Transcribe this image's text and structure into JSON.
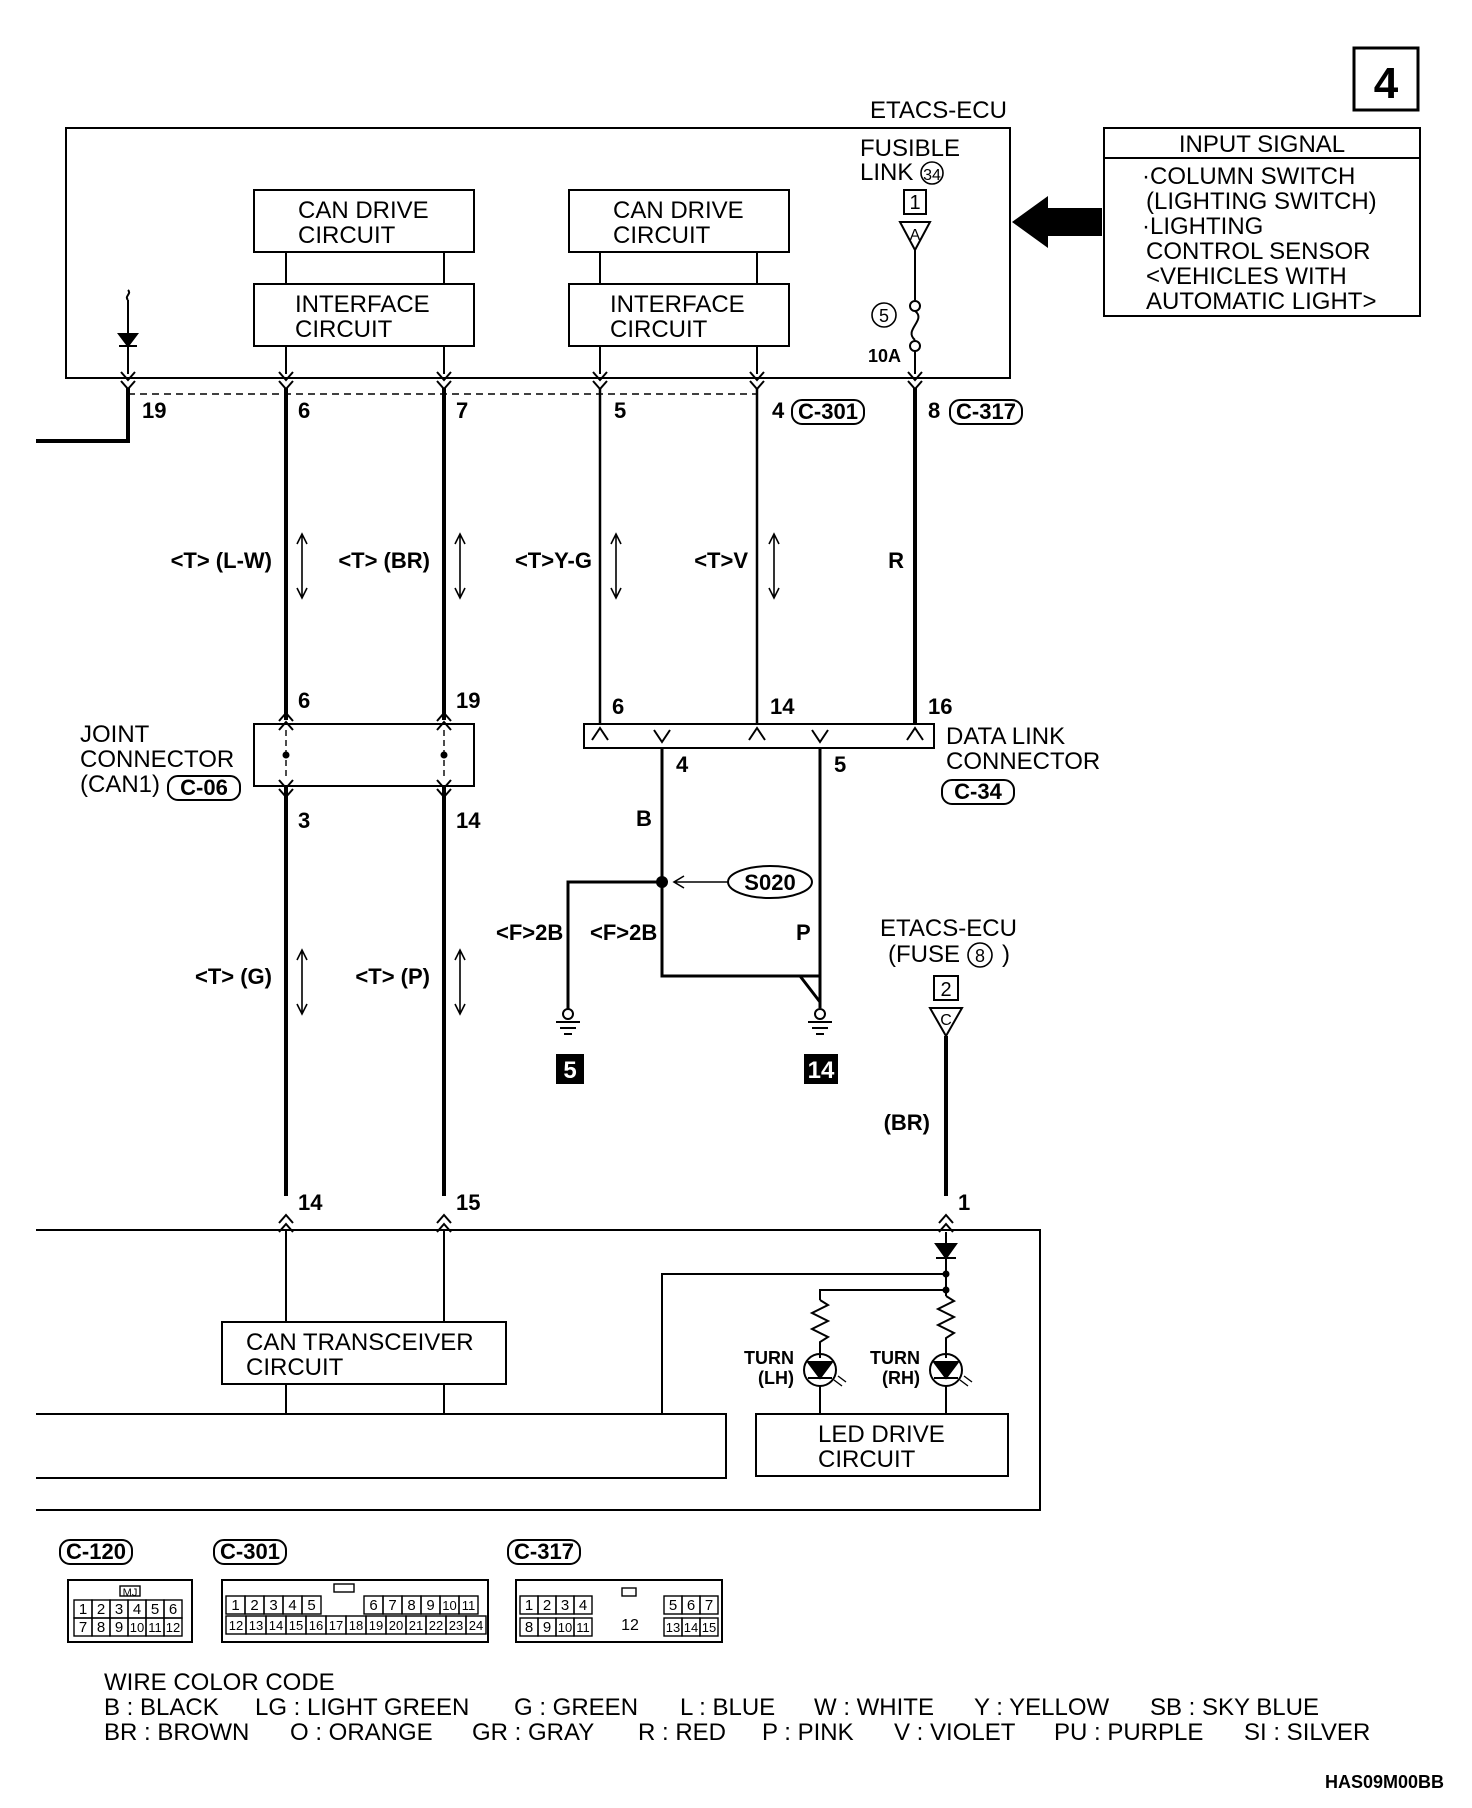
{
  "page_number": "4",
  "etacs_ecu": {
    "title": "ETACS-ECU",
    "can_drive_1": [
      "CAN DRIVE",
      "CIRCUIT"
    ],
    "interface_1": [
      "INTERFACE",
      "CIRCUIT"
    ],
    "can_drive_2": [
      "CAN DRIVE",
      "CIRCUIT"
    ],
    "interface_2": [
      "INTERFACE",
      "CIRCUIT"
    ],
    "fusible_link": [
      "FUSIBLE",
      "LINK"
    ],
    "fusible_link_number": "34",
    "fusible_link_terminal": "1",
    "fusible_link_connector": "A",
    "fuse_number": "5",
    "fuse_rating": "10A"
  },
  "input_signal": {
    "title": "INPUT SIGNAL",
    "lines": [
      "·COLUMN SWITCH",
      "(LIGHTING SWITCH)",
      "·LIGHTING",
      "CONTROL SENSOR",
      "<VEHICLES WITH",
      "AUTOMATIC LIGHT>"
    ]
  },
  "ecu_pins": {
    "p19": "19",
    "p6": "6",
    "p7": "7",
    "p5": "5",
    "p4": "4",
    "p8": "8",
    "connector_a": "C-301",
    "connector_b": "C-317"
  },
  "wire_labels": {
    "w1": "<T> (L-W)",
    "w2": "<T> (BR)",
    "w3": "<T>Y-G",
    "w4": "<T>V",
    "w5": "R",
    "w6": "<T> (G)",
    "w7": "<T> (P)",
    "b": "B",
    "f2b_left": "<F>2B",
    "f2b_right": "<F>2B",
    "p": "P",
    "br": "(BR)"
  },
  "joint_connector": {
    "label": [
      "JOINT",
      "CONNECTOR",
      "(CAN1)"
    ],
    "connector": "C-06",
    "pin_top_1": "6",
    "pin_top_2": "19",
    "pin_bot_1": "3",
    "pin_bot_2": "14"
  },
  "data_link_connector": {
    "label": [
      "DATA LINK",
      "CONNECTOR"
    ],
    "connector": "C-34",
    "pin_6": "6",
    "pin_14": "14",
    "pin_16": "16",
    "pin_4": "4",
    "pin_5": "5"
  },
  "splice": "S020",
  "grounds": {
    "g1": "5",
    "g2": "14"
  },
  "etacs_fuse": {
    "label": [
      "ETACS-ECU",
      "(FUSE"
    ],
    "fuse_number": "8",
    "terminal": "2",
    "connector": "C"
  },
  "lower_unit": {
    "pin_14": "14",
    "pin_15": "15",
    "pin_1": "1",
    "can_transceiver": [
      "CAN TRANSCEIVER",
      "CIRCUIT"
    ],
    "turn_lh": [
      "TURN",
      "(LH)"
    ],
    "turn_rh": [
      "TURN",
      "(RH)"
    ],
    "led_drive": [
      "LED DRIVE",
      "CIRCUIT"
    ]
  },
  "connector_views": {
    "c120": {
      "name": "C-120",
      "tag": "MJ",
      "row1": [
        "1",
        "2",
        "3",
        "4",
        "5",
        "6"
      ],
      "row2": [
        "7",
        "8",
        "9",
        "10",
        "11",
        "12"
      ]
    },
    "c301": {
      "name": "C-301",
      "row1": [
        "1",
        "2",
        "3",
        "4",
        "5",
        "6",
        "7",
        "8",
        "9",
        "10",
        "11"
      ],
      "row2": [
        "12",
        "13",
        "14",
        "15",
        "16",
        "17",
        "18",
        "19",
        "20",
        "21",
        "22",
        "23",
        "24"
      ]
    },
    "c317": {
      "name": "C-317",
      "row1": [
        "1",
        "2",
        "3",
        "4",
        "5",
        "6",
        "7"
      ],
      "mid": "12",
      "row2": [
        "8",
        "9",
        "10",
        "11",
        "13",
        "14",
        "15"
      ]
    }
  },
  "wire_color_code": {
    "title": "WIRE COLOR CODE",
    "row1": [
      "B : BLACK",
      "LG : LIGHT GREEN",
      "G : GREEN",
      "L : BLUE",
      "W : WHITE",
      "Y : YELLOW",
      "SB : SKY BLUE"
    ],
    "row2": [
      "BR : BROWN",
      "O : ORANGE",
      "GR : GRAY",
      "R : RED",
      "P : PINK",
      "V : VIOLET",
      "PU : PURPLE",
      "SI : SILVER"
    ]
  },
  "diagram_code": "HAS09M00BB"
}
